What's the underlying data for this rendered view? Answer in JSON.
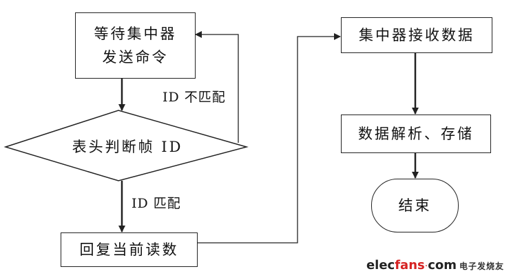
{
  "diagram": {
    "nodes": {
      "wait_command": {
        "text": "等待集中器\n发送命令"
      },
      "judge_frame_id": {
        "text": "表头判断帧 ID"
      },
      "reply_reading": {
        "text": "回复当前读数"
      },
      "concentrator_receive": {
        "text": "集中器接收数据"
      },
      "parse_store": {
        "text": "数据解析、存储"
      },
      "end": {
        "text": "结束"
      }
    },
    "edges": {
      "id_mismatch": {
        "label": "ID 不匹配"
      },
      "id_match": {
        "label": "ID 匹配"
      }
    }
  },
  "watermark": {
    "brand_prefix": "elec",
    "brand_accent": "fans",
    "brand_suffix": "com",
    "brand_dot": "·",
    "brand_cn": "电子发烧友"
  },
  "colors": {
    "line": "#222222",
    "text": "#111111",
    "brand_red": "#d62222"
  }
}
